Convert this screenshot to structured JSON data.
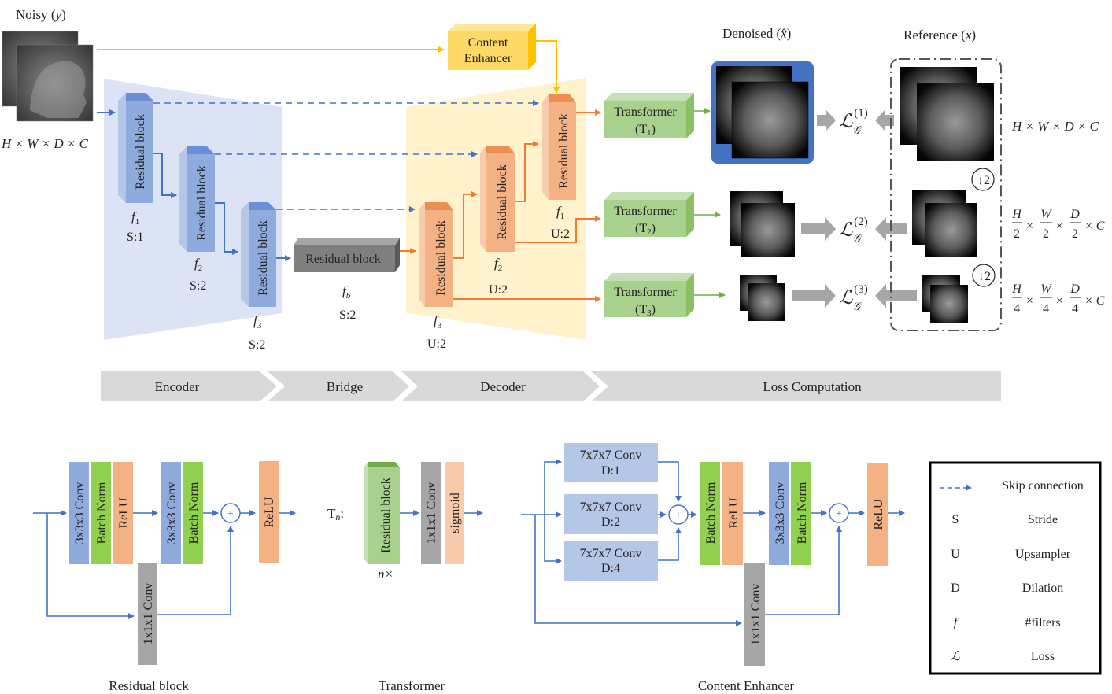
{
  "figure": {
    "input": {
      "title": "Noisy (",
      "var": "y",
      "title_end": ")",
      "shape": "H × W × D × C"
    },
    "content_enhancer_block": {
      "line1": "Content",
      "line2": "Enhancer"
    },
    "encoder": {
      "blocks": [
        {
          "label": "Residual block",
          "filters": "f",
          "sub": "1",
          "param": "S:1"
        },
        {
          "label": "Residual block",
          "filters": "f",
          "sub": "2",
          "param": "S:2"
        },
        {
          "label": "Residual block",
          "filters": "f",
          "sub": "3",
          "param": "S:2"
        }
      ]
    },
    "bridge": {
      "label": "Residual block",
      "filters": "f",
      "sub": "b",
      "param": "S:2"
    },
    "decoder": {
      "blocks": [
        {
          "label": "Residual block",
          "filters": "f",
          "sub": "3",
          "param": "U:2"
        },
        {
          "label": "Residual block",
          "filters": "f",
          "sub": "2",
          "param": "U:2"
        },
        {
          "label": "Residual block",
          "filters": "f",
          "sub": "1",
          "param": "U:2"
        }
      ]
    },
    "transformers": [
      {
        "line1": "Transformer",
        "line2": "(T",
        "sub": "1",
        "end": ")"
      },
      {
        "line1": "Transformer",
        "line2": "(T",
        "sub": "2",
        "end": ")"
      },
      {
        "line1": "Transformer",
        "line2": "(T",
        "sub": "3",
        "end": ")"
      }
    ],
    "denoised": {
      "title": "Denoised (",
      "var": "x̂",
      "title_end": ")"
    },
    "reference": {
      "title": "Reference (",
      "var": "x",
      "title_end": ")"
    },
    "losses": [
      {
        "symbol": "ℒ",
        "sub": "𝒢",
        "sup": "(1)"
      },
      {
        "symbol": "ℒ",
        "sub": "𝒢",
        "sup": "(2)"
      },
      {
        "symbol": "ℒ",
        "sub": "𝒢",
        "sup": "(3)"
      }
    ],
    "downsample_label": "2",
    "scales": [
      {
        "text": "H × W × D × C"
      },
      {
        "h": "H",
        "w": "W",
        "d": "D",
        "den": "2",
        "c": "× C"
      },
      {
        "h": "H",
        "w": "W",
        "d": "D",
        "den": "4",
        "c": "× C"
      }
    ],
    "stages": [
      "Encoder",
      "Bridge",
      "Decoder",
      "Loss Computation"
    ]
  },
  "residual_block_detail": {
    "caption": "Residual block",
    "layers": [
      "3x3x3 Conv",
      "Batch Norm",
      "ReLU",
      "3x3x3 Conv",
      "Batch Norm",
      "ReLU"
    ],
    "shortcut": "1x1x1 Conv",
    "plus": "+"
  },
  "transformer_detail": {
    "caption": "Transformer",
    "prefix": "T",
    "prefix_sub": "n",
    "prefix_end": ":",
    "block": "Residual block",
    "repeat": "n×",
    "layers": [
      "1x1x1 Conv",
      "sigmoid"
    ]
  },
  "content_enhancer_detail": {
    "caption": "Content Enhancer",
    "branches": [
      {
        "line1": "7x7x7 Conv",
        "line2": "D:1"
      },
      {
        "line1": "7x7x7 Conv",
        "line2": "D:2"
      },
      {
        "line1": "7x7x7 Conv",
        "line2": "D:4"
      }
    ],
    "layers": [
      "Batch Norm",
      "ReLU",
      "3x3x3 Conv",
      "Batch Norm",
      "ReLU"
    ],
    "shortcut": "1x1x1 Conv",
    "plus": "+"
  },
  "legend": {
    "items": [
      {
        "key": "- - →",
        "value": "Skip connection"
      },
      {
        "key": "S",
        "value": "Stride"
      },
      {
        "key": "U",
        "value": "Upsampler"
      },
      {
        "key": "D",
        "value": "Dilation"
      },
      {
        "key": "f",
        "value": "#filters"
      },
      {
        "key": "ℒ",
        "value": "Loss"
      }
    ]
  },
  "colors": {
    "encoder_bg": "#dbe3f5",
    "decoder_bg": "#fff2cc",
    "enc_block": "#8faadc",
    "enc_block_top": "#6a8fd6",
    "enc_block_side": "#b4c7e7",
    "dec_block": "#f4b183",
    "dec_block_top": "#ee8f52",
    "dec_block_side": "#f8cbad",
    "bridge": "#7f7f7f",
    "transformer": "#a9d18e",
    "transformer_top": "#c5e0b4",
    "transformer_side": "#8cc163",
    "content_enhancer": "#ffd966",
    "content_enhancer_side": "#ffc000",
    "blue_arrow": "#4472c4",
    "orange_arrow": "#ed7d31",
    "green_arrow": "#70ad47",
    "yellow_arrow": "#ffc000",
    "batch_norm": "#92d050",
    "relu": "#f4b183",
    "conv": "#8faadc",
    "conv_gray": "#a6a6a6",
    "sigmoid": "#f8cbad",
    "conv7": "#b4c7e7",
    "stage_bar": "#d9d9d9",
    "gray_arrow": "#a6a6a6"
  }
}
